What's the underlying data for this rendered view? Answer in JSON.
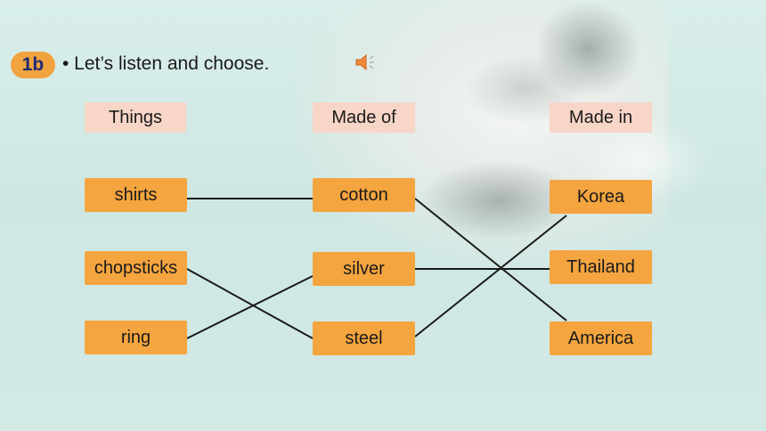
{
  "exercise": {
    "number": "1b",
    "instruction": "• Let’s listen and choose."
  },
  "icons": {
    "speaker": "speaker-icon"
  },
  "headers": {
    "things": "Things",
    "made_of": "Made of",
    "made_in": "Made in"
  },
  "columns": {
    "things": [
      "shirts",
      "chopsticks",
      "ring"
    ],
    "made_of": [
      "cotton",
      "silver",
      "steel"
    ],
    "made_in": [
      "Korea",
      "Thailand",
      "America"
    ]
  },
  "matches": [
    {
      "from": "shirts",
      "to": "cotton"
    },
    {
      "from": "chopsticks",
      "to": "steel"
    },
    {
      "from": "ring",
      "to": "silver"
    },
    {
      "from": "cotton",
      "to": "America"
    },
    {
      "from": "silver",
      "to": "Thailand"
    },
    {
      "from": "steel",
      "to": "Korea"
    }
  ],
  "colors": {
    "badge": "#f0a33e",
    "header_box": "#f7d6c7",
    "item_box": "#f4a53f",
    "line": "#1a1a1a"
  }
}
